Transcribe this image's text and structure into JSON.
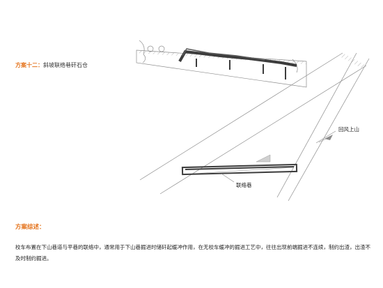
{
  "scheme": {
    "title_lead": "方案十二：",
    "title_rest": "斜坡联络巷矸石仓"
  },
  "diagram": {
    "label_return_uphill": "回风上山",
    "label_connecting_roadway": "联络巷"
  },
  "summary": {
    "heading": "方案综述：",
    "body": "校车布置在下山巷道与平巷的联络中，通常用于下山巷掘进时储矸起缓冲作用，在无校车缓冲的掘进工艺中，往往出现前端掘进不连续，制约出渣，出渣不及时制约掘进。"
  },
  "colors": {
    "accent": "#e4731c",
    "line": "#8c8c8c",
    "hatch": "#b4b4b4",
    "equipment": "#3c3c3c"
  }
}
